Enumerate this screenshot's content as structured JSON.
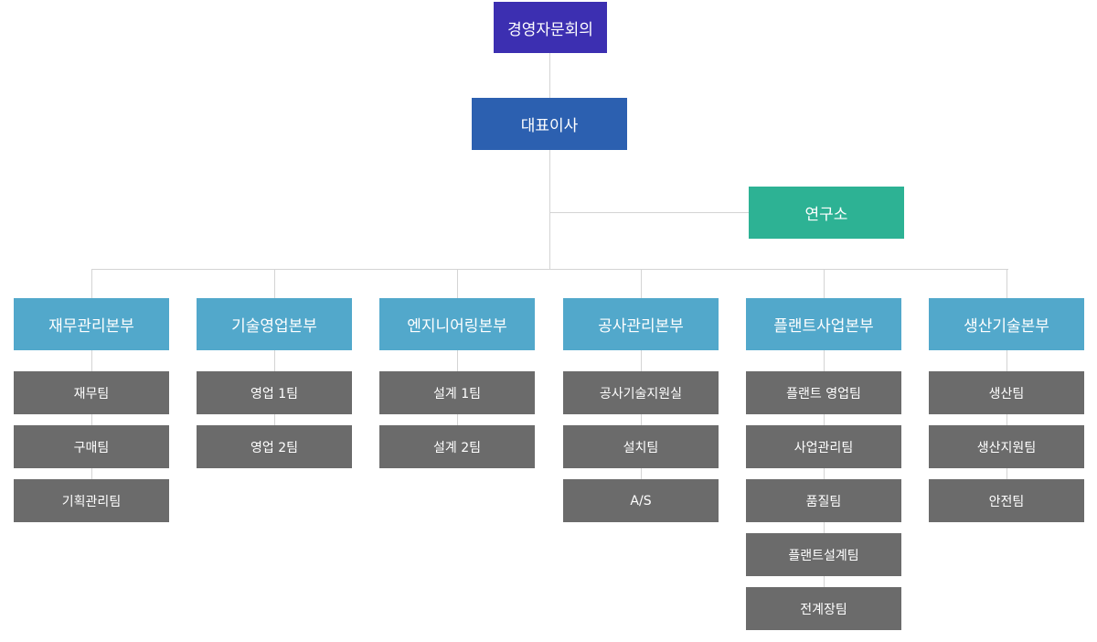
{
  "board": {
    "label": "경영자문회의"
  },
  "ceo": {
    "label": "대표이사"
  },
  "lab": {
    "label": "연구소"
  },
  "divisions": [
    {
      "label": "재무관리본부",
      "teams": [
        "재무팀",
        "구매팀",
        "기획관리팀"
      ]
    },
    {
      "label": "기술영업본부",
      "teams": [
        "영업 1팀",
        "영업 2팀"
      ]
    },
    {
      "label": "엔지니어링본부",
      "teams": [
        "설계 1팀",
        "설계 2팀"
      ]
    },
    {
      "label": "공사관리본부",
      "teams": [
        "공사기술지원실",
        "설치팀",
        "A/S"
      ]
    },
    {
      "label": "플랜트사업본부",
      "teams": [
        "플랜트 영업팀",
        "사업관리팀",
        "품질팀",
        "플랜트설계팀",
        "전계장팀"
      ]
    },
    {
      "label": "생산기술본부",
      "teams": [
        "생산팀",
        "생산지원팀",
        "안전팀"
      ]
    }
  ],
  "colors": {
    "board": "#3c2fb1",
    "ceo": "#2c60b0",
    "lab": "#2db294",
    "division": "#52a8cb",
    "team": "#6b6b6b",
    "connector": "#d4d4d4"
  }
}
